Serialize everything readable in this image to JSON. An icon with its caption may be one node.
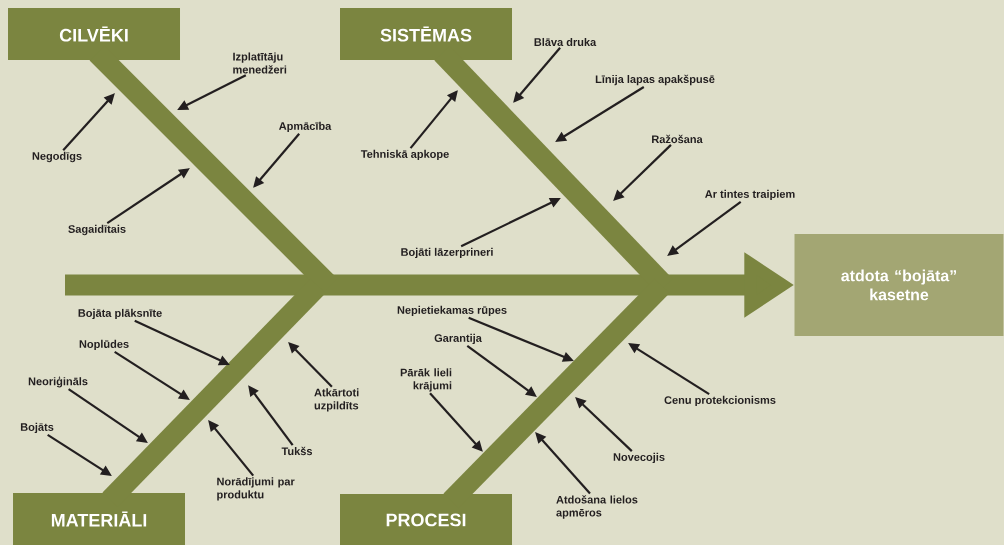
{
  "diagram": {
    "nodes": [
      {
        "text": [
          "CILVĒKI"
        ]
      },
      {
        "text": [
          "SISTĒMAS"
        ]
      },
      {
        "text": [
          "MATERIĀLI"
        ]
      },
      {
        "text": [
          "PROCESI"
        ]
      },
      {
        "text": [
          "atdota “bojāta” kasetne"
        ]
      },
      {
        "text": [
          "Izplatītāju menedžeri"
        ]
      },
      {
        "text": [
          "Negodīgs"
        ]
      },
      {
        "text": [
          "Apmācība"
        ]
      },
      {
        "text": [
          "Sagaidītais"
        ]
      },
      {
        "text": [
          "Tehniskā apkope"
        ]
      },
      {
        "text": [
          "Blāva druka"
        ]
      },
      {
        "text": [
          "Līnija lapas apakšpusē"
        ]
      },
      {
        "text": [
          "Ražošana"
        ]
      },
      {
        "text": [
          "Bojāti lāzerprineri"
        ]
      },
      {
        "text": [
          "Ar tintes traipiem"
        ]
      },
      {
        "text": [
          "Bojāta plāksnīte"
        ]
      },
      {
        "text": [
          "Noplūdes"
        ]
      },
      {
        "text": [
          "Neoriģināls"
        ]
      },
      {
        "text": [
          "Bojāts"
        ]
      },
      {
        "text": [
          "Atkārtoti uzpildīts"
        ]
      },
      {
        "text": [
          "Tukšs"
        ]
      },
      {
        "text": [
          "Norādījumi par produktu"
        ]
      },
      {
        "text": [
          "Nepietiekamas rūpes"
        ]
      },
      {
        "text": [
          "Garantija"
        ]
      },
      {
        "text": [
          "Pārāk lieli krājumi"
        ]
      },
      {
        "text": [
          "Cenu protekcionisms"
        ]
      },
      {
        "text": [
          "Novecojis"
        ]
      },
      {
        "text": [
          "Atdošana lielos apmēros"
        ]
      }
    ],
    "edges": [
      {
        "from": null,
        "to": 4,
        "arrow": "to",
        "style": "thick",
        "color": "#7b8540"
      },
      {
        "from": 0,
        "to": null,
        "arrow": "none",
        "style": "thick",
        "color": "#7b8540"
      },
      {
        "from": 1,
        "to": null,
        "arrow": "none",
        "style": "thick",
        "color": "#7b8540"
      },
      {
        "from": 2,
        "to": null,
        "arrow": "none",
        "style": "thick",
        "color": "#7b8540"
      },
      {
        "from": 3,
        "to": null,
        "arrow": "none",
        "style": "thick",
        "color": "#7b8540"
      },
      {
        "from": 5,
        "to": null,
        "arrow": "to"
      },
      {
        "from": 6,
        "to": null,
        "arrow": "to"
      },
      {
        "from": 7,
        "to": null,
        "arrow": "to"
      },
      {
        "from": 8,
        "to": null,
        "arrow": "to"
      },
      {
        "from": 9,
        "to": null,
        "arrow": "to"
      },
      {
        "from": 10,
        "to": null,
        "arrow": "to"
      },
      {
        "from": 11,
        "to": null,
        "arrow": "to"
      },
      {
        "from": 12,
        "to": null,
        "arrow": "to"
      },
      {
        "from": 13,
        "to": null,
        "arrow": "to"
      },
      {
        "from": 14,
        "to": null,
        "arrow": "to"
      },
      {
        "from": 15,
        "to": null,
        "arrow": "to"
      },
      {
        "from": 16,
        "to": null,
        "arrow": "to"
      },
      {
        "from": 17,
        "to": null,
        "arrow": "to"
      },
      {
        "from": 18,
        "to": null,
        "arrow": "to"
      },
      {
        "from": 19,
        "to": null,
        "arrow": "to"
      },
      {
        "from": 20,
        "to": null,
        "arrow": "to"
      },
      {
        "from": 21,
        "to": null,
        "arrow": "to"
      },
      {
        "from": 22,
        "to": null,
        "arrow": "to"
      },
      {
        "from": 23,
        "to": null,
        "arrow": "to"
      },
      {
        "from": 24,
        "to": null,
        "arrow": "to"
      },
      {
        "from": 25,
        "to": null,
        "arrow": "to"
      },
      {
        "from": 26,
        "to": null,
        "arrow": "to"
      },
      {
        "from": 27,
        "to": null,
        "arrow": "to"
      }
    ]
  }
}
